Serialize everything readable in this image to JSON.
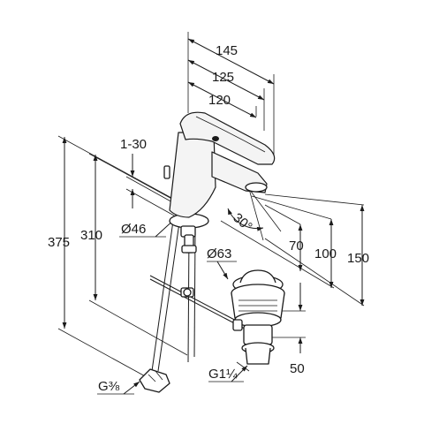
{
  "dimensions": {
    "width_145": "145",
    "width_125": "125",
    "width_120": "120",
    "height_1_30": "1-30",
    "dia_46": "Ø46",
    "height_375": "375",
    "height_310": "310",
    "angle_30": "30°",
    "height_70": "70",
    "height_100": "100",
    "height_150": "150",
    "dia_63": "Ø63",
    "height_50": "50",
    "thread_g38": "G⅜",
    "thread_g114": "G1¼"
  }
}
